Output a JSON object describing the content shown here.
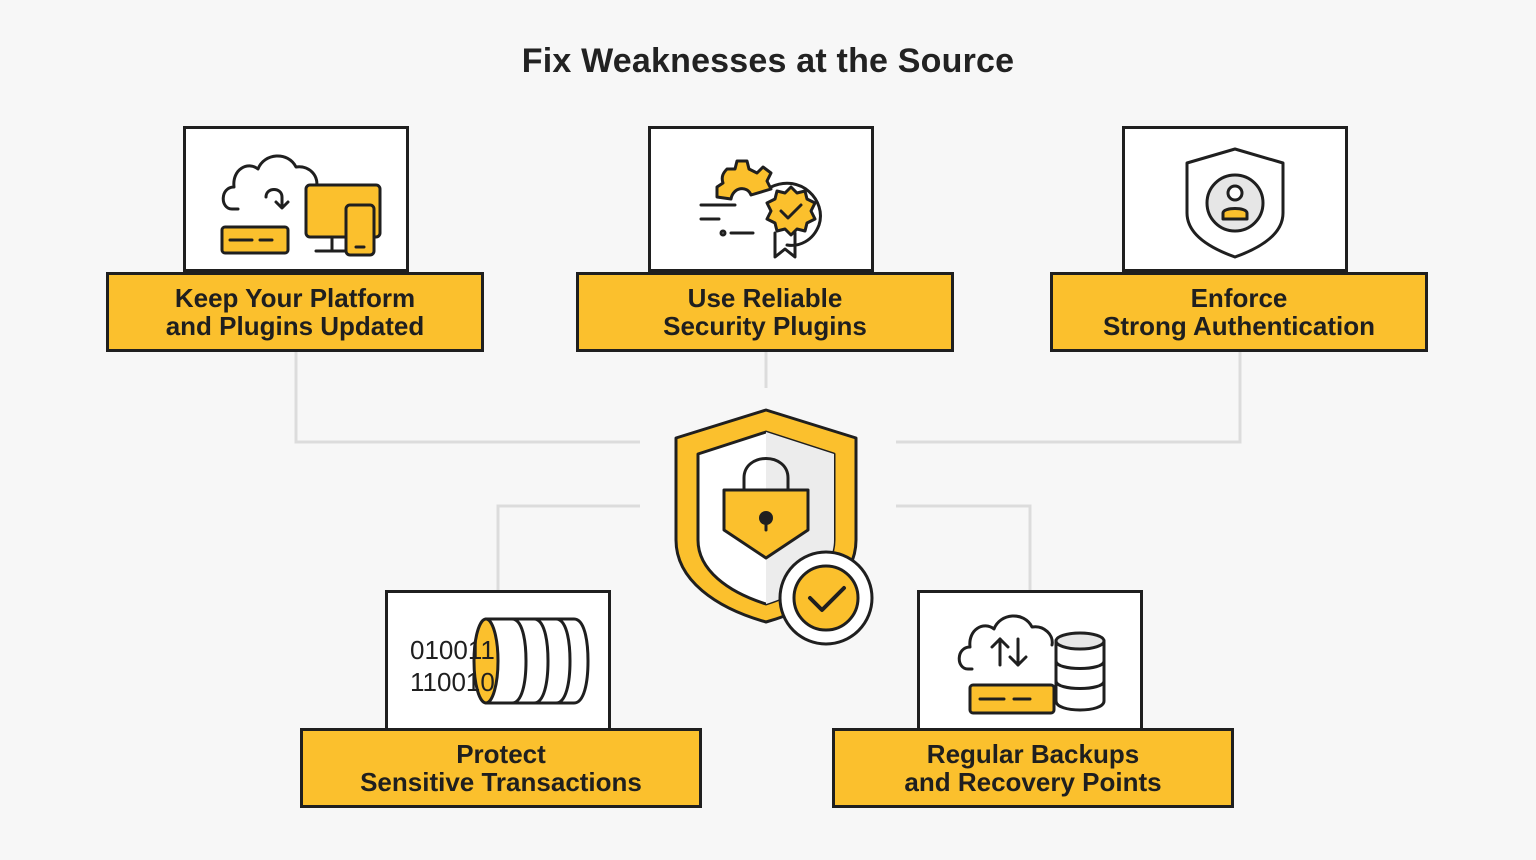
{
  "title": "Fix Weaknesses at the Source",
  "colors": {
    "accent": "#fbc02d",
    "outline": "#1f1f1f",
    "background": "#f7f7f7",
    "connector": "#dedede"
  },
  "items": [
    {
      "icon": "cloud-sync-devices-icon",
      "line1": "Keep Your Platform",
      "line2": "and Plugins Updated"
    },
    {
      "icon": "gear-badge-icon",
      "line1": "Use Reliable",
      "line2": "Security Plugins"
    },
    {
      "icon": "user-shield-icon",
      "line1": "Enforce",
      "line2": "Strong Authentication"
    },
    {
      "icon": "binary-data-cylinder-icon",
      "line1": "Protect",
      "line2": "Sensitive Transactions",
      "binary1": "010011",
      "binary2": "110010"
    },
    {
      "icon": "cloud-database-backup-icon",
      "line1": "Regular Backups",
      "line2": "and Recovery Points"
    }
  ],
  "center": {
    "icon": "lock-shield-check-icon"
  }
}
